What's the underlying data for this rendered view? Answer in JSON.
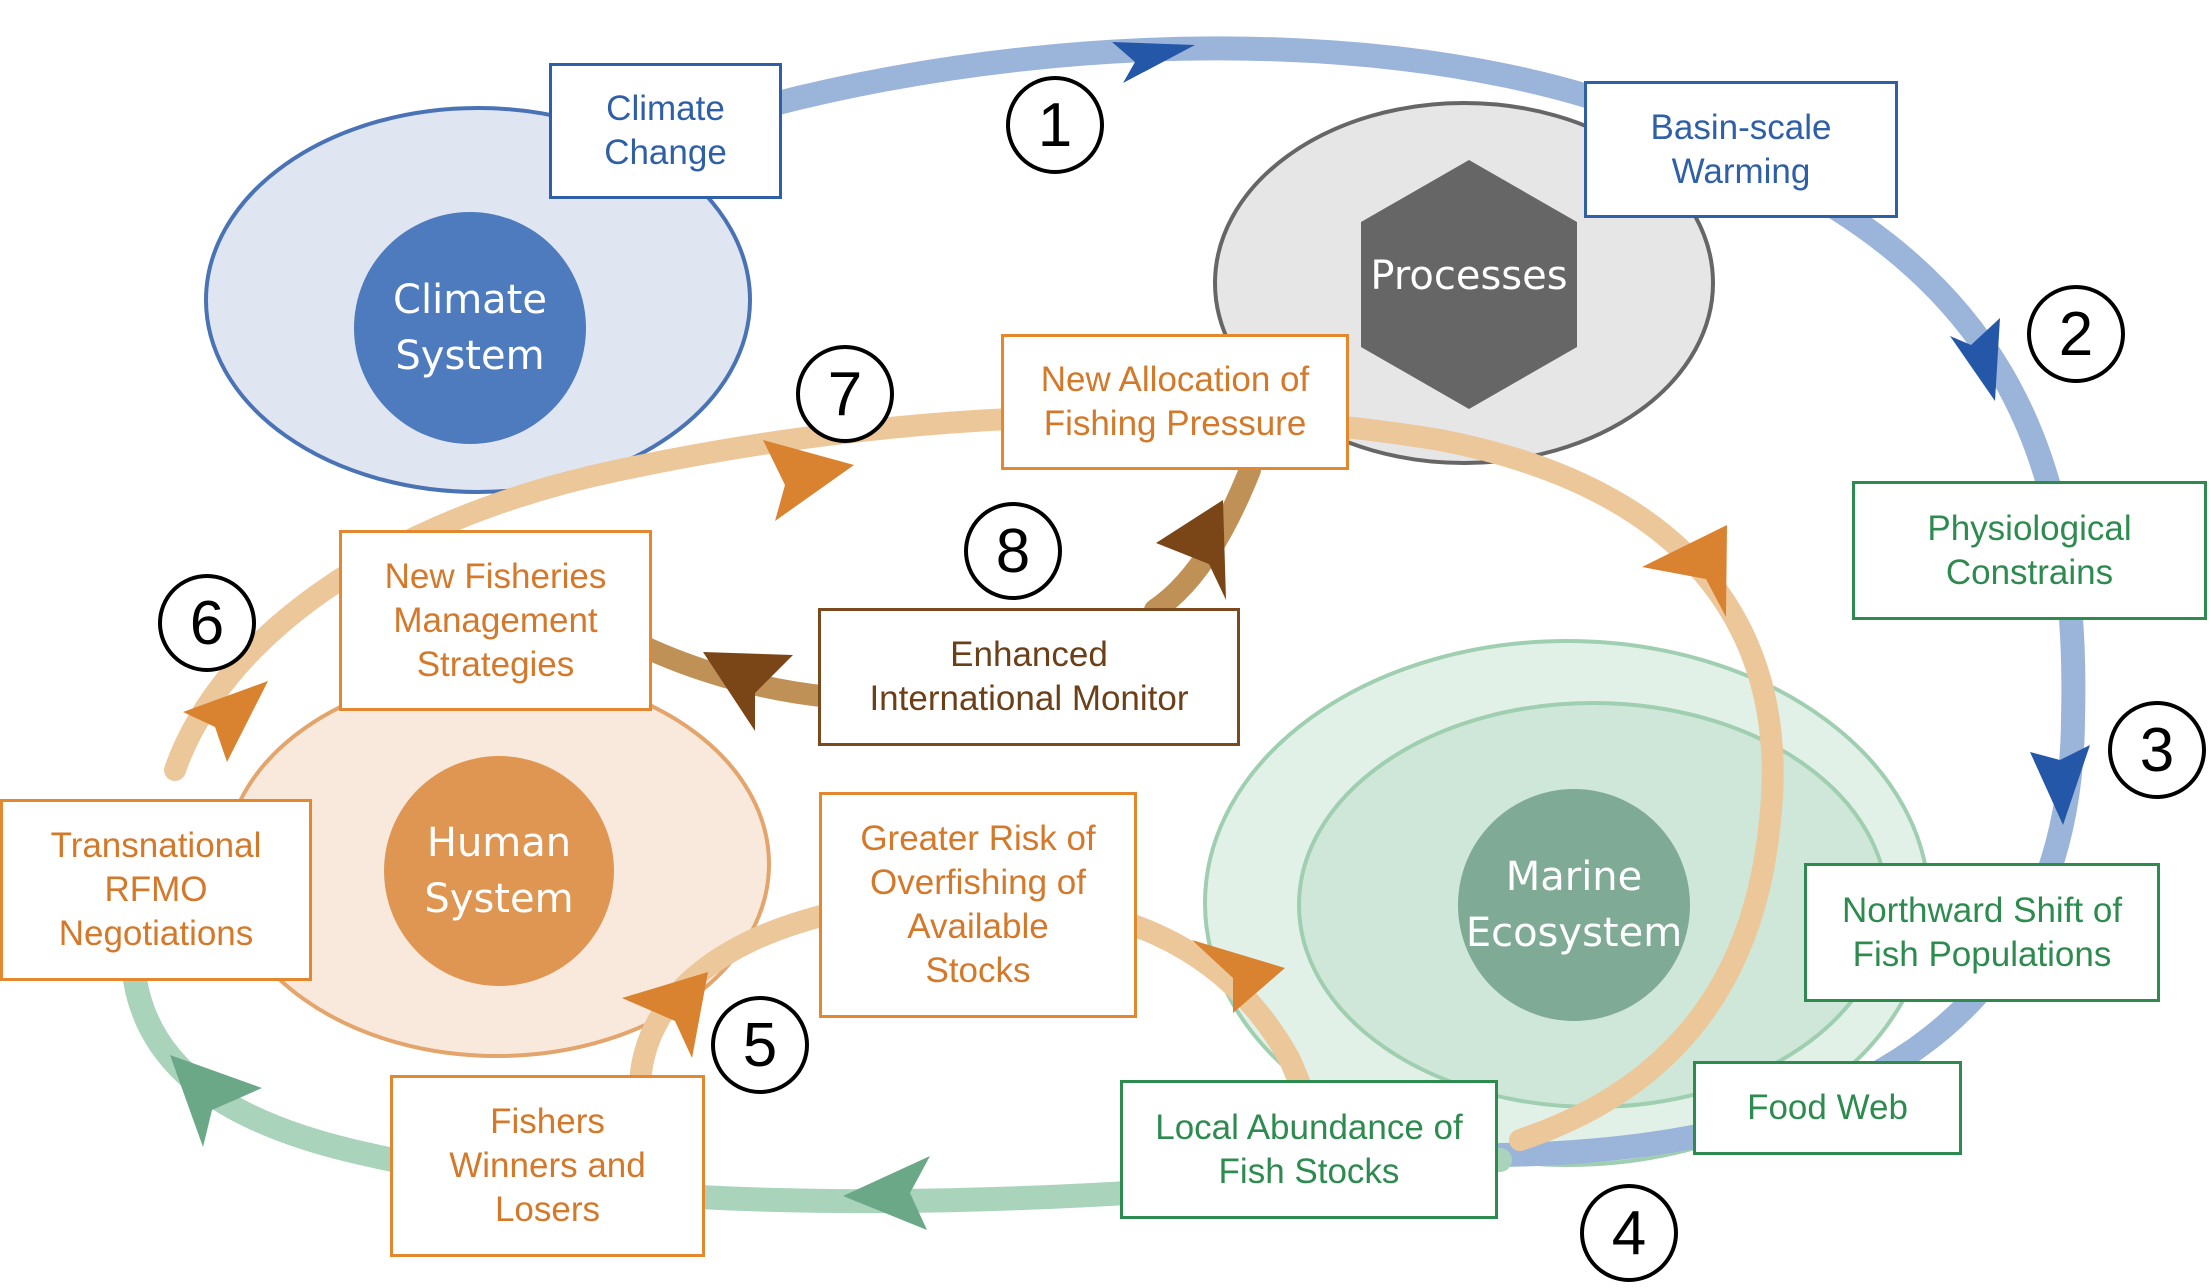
{
  "colors": {
    "climate_blue": "#4e7bbd",
    "arrow_blue": "#9ab5d9",
    "arrowhead_blue": "#2557a8",
    "process_gray": "#666666",
    "human_orange": "#df9652",
    "arrow_orange": "#ecc79a",
    "arrowhead_orange": "#d9822f",
    "marine_green": "#7fab96",
    "arrow_green": "#a9d3bb",
    "arrowhead_green": "#6aa888",
    "arrow_brown": "#bf9157",
    "arrowhead_brown": "#7a4517"
  },
  "systems": {
    "climate": "Climate\nSystem",
    "processes": "Processes",
    "human": "Human\nSystem",
    "marine": "Marine\nEcosystem"
  },
  "labels": {
    "climate_change": "Climate\nChange",
    "basin_scale_warming": "Basin-scale\nWarming",
    "physiological_constrains": "Physiological\nConstrains",
    "northward_shift": "Northward Shift of\nFish Populations",
    "food_web": "Food Web",
    "local_abundance": "Local Abundance of\nFish Stocks",
    "fishers_winners": "Fishers\nWinners and\nLosers",
    "transnational_rfmo": "Transnational\nRFMO\nNegotiations",
    "new_fisheries_management": "New Fisheries\nManagement\nStrategies",
    "new_allocation": "New Allocation of\nFishing Pressure",
    "enhanced_monitor": "Enhanced\nInternational Monitor",
    "greater_risk": "Greater Risk of\nOverfishing of\nAvailable\nStocks"
  },
  "step_numbers": {
    "n1": "1",
    "n2": "2",
    "n3": "3",
    "n4": "4",
    "n5": "5",
    "n6": "6",
    "n7": "7",
    "n8": "8"
  }
}
